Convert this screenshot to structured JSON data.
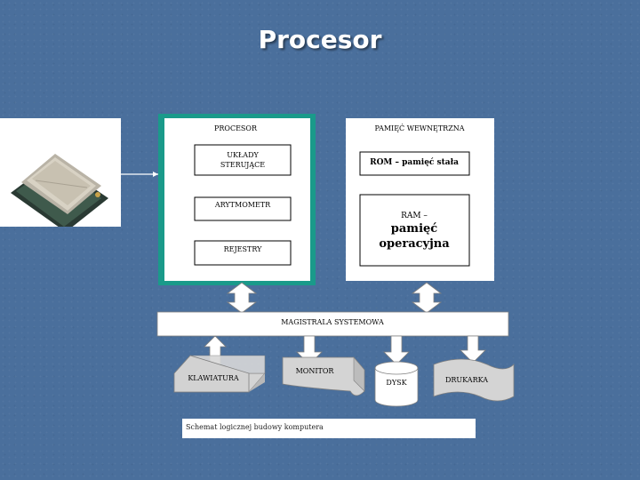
{
  "title": "Procesor",
  "cpu": {
    "header": "PROCESOR",
    "blocks": [
      "UKŁADY STERUJĄCE",
      "ARYTMOMETR",
      "REJESTRY"
    ]
  },
  "memory": {
    "header": "PAMIĘĆ WEWNĘTRZNA",
    "rom": "ROM – pamięć stała",
    "ram_line1": "RAM –",
    "ram_line2": "pamięć",
    "ram_line3": "operacyjna"
  },
  "bus": "MAGISTRALA SYSTEMOWA",
  "devices": [
    "KLAWIATURA",
    "MONITOR",
    "DYSK",
    "DRUKARKA"
  ],
  "caption": "Schemat logicznej budowy komputera",
  "icons": [
    "cpu-chip-icon"
  ]
}
